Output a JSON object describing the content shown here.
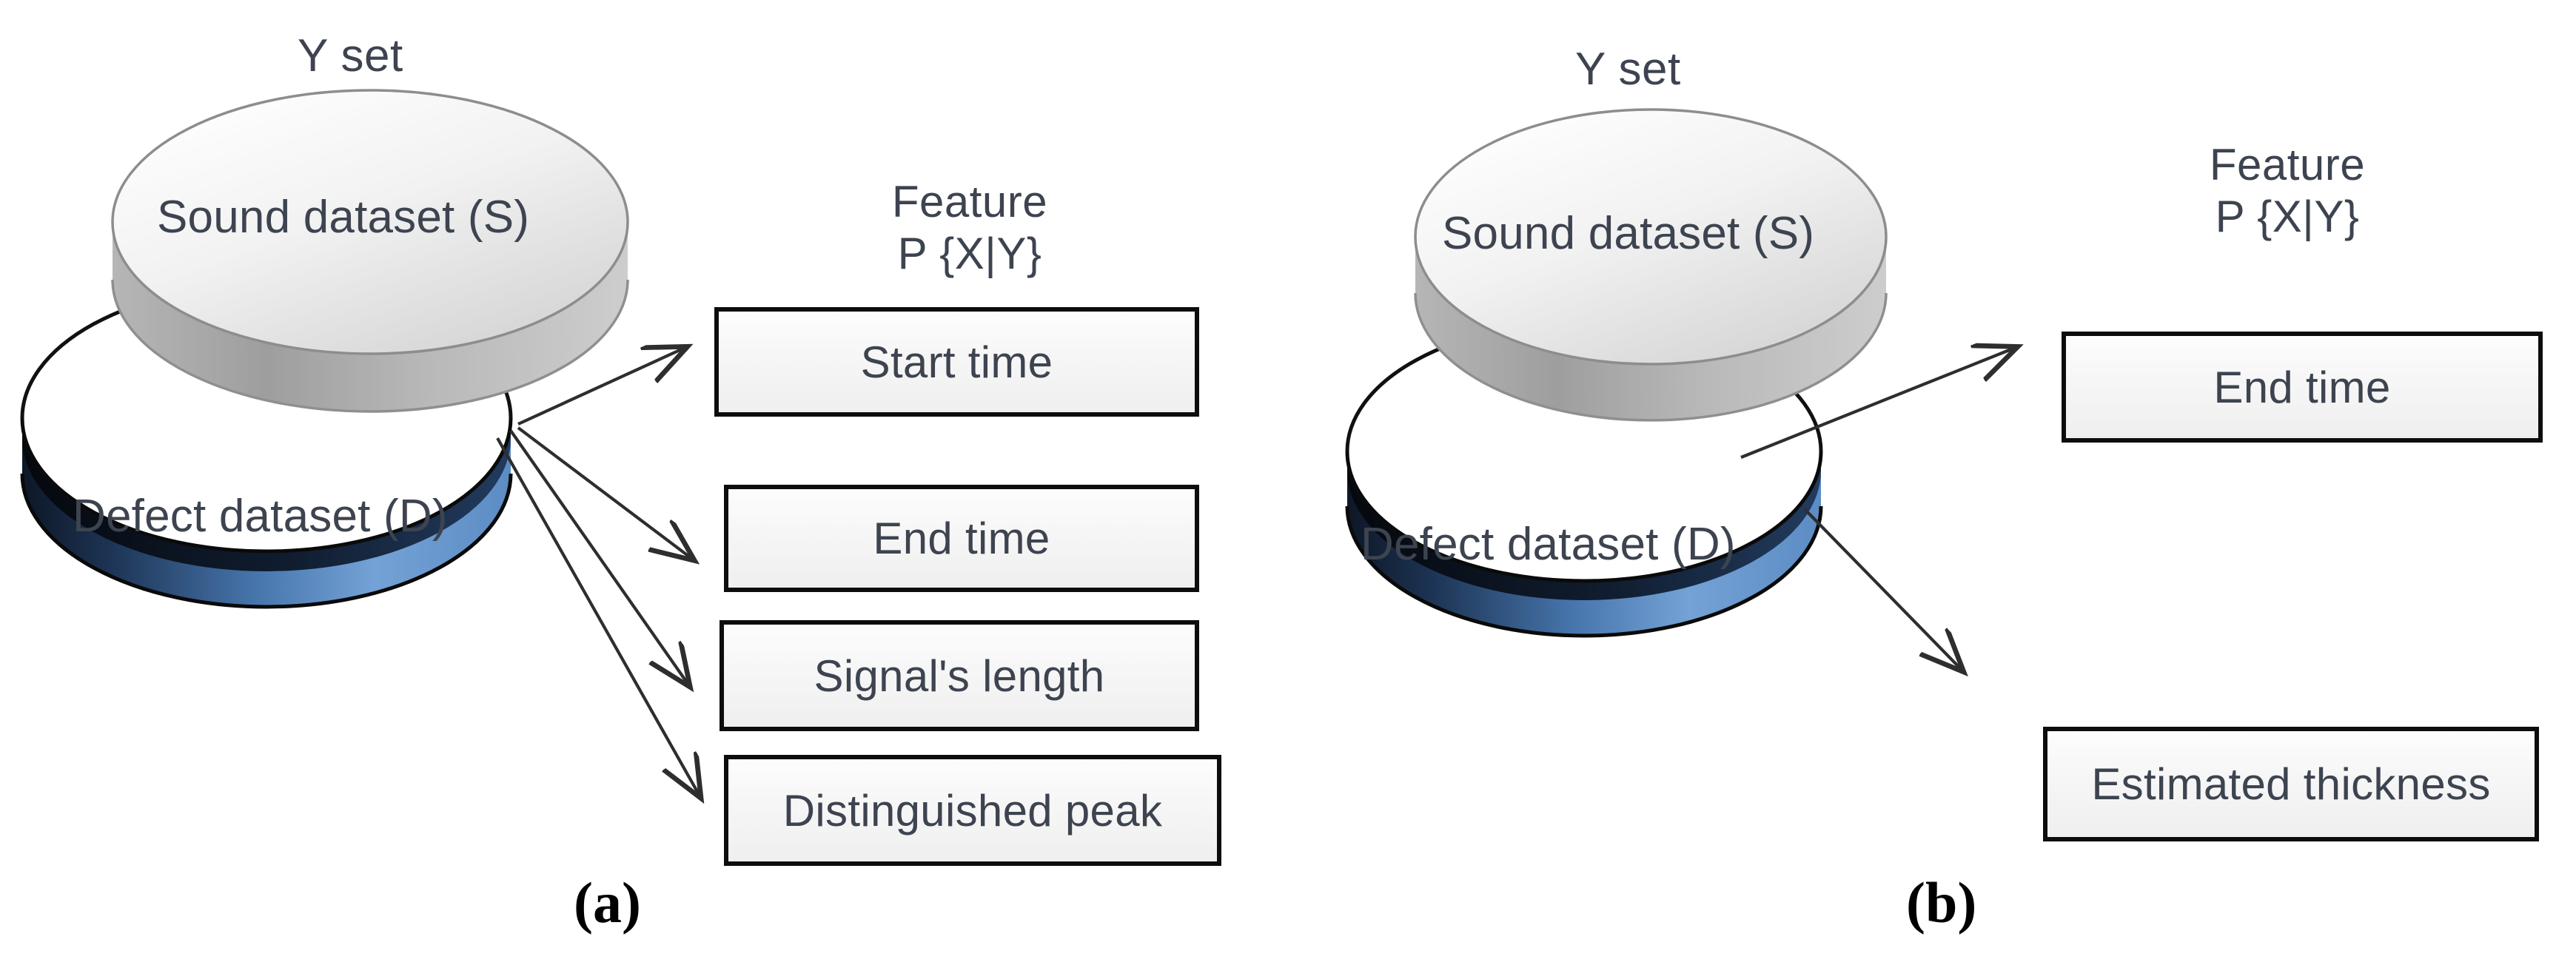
{
  "figure": {
    "panels": [
      {
        "tag": "(a)",
        "set_label": "Y set",
        "sound_disk_label": "Sound dataset (S)",
        "defect_disk_label": "Defect dataset (D)",
        "feature_header_line1": "Feature",
        "feature_header_line2": "P {X|Y}",
        "features": [
          "Start time",
          "End time",
          "Signal's length",
          "Distinguished peak"
        ]
      },
      {
        "tag": "(b)",
        "set_label": "Y set",
        "sound_disk_label": "Sound dataset (S)",
        "defect_disk_label": "Defect dataset (D)",
        "feature_header_line1": "Feature",
        "feature_header_line2": "P {X|Y}",
        "features": [
          "End time",
          "Estimated thickness"
        ]
      }
    ]
  },
  "colors": {
    "sound_disk_top_light": "#ffffff",
    "sound_disk_top_dark": "#d6d6d6",
    "sound_disk_side": "#a9a9a9",
    "sound_disk_outline": "#8a8a8a",
    "defect_disk_top": "#ffffff",
    "defect_disk_outline": "#111111",
    "defect_wall_dark": "#12203a",
    "defect_wall_mid": "#3d6ca5",
    "defect_wall_light": "#7ea9dc",
    "box_border": "#0d0d0d",
    "box_fill_top": "#fdfdfd",
    "box_fill_bottom": "#efefef",
    "text": "#3d4450",
    "arrow": "#2e2e2e",
    "tag_text": "#000000",
    "background": "#ffffff"
  }
}
